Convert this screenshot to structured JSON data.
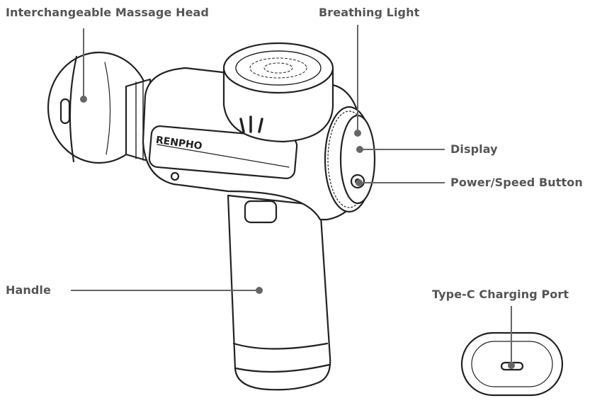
{
  "colors": {
    "line": "#222222",
    "callout": "#666666",
    "label": "#555555",
    "body_fill": "#ffffff"
  },
  "device": {
    "brand": "RENPHO"
  },
  "callouts": {
    "massage_head": "Interchangeable Massage Head",
    "breathing_light": "Breathing Light",
    "display": "Display",
    "power_speed_button": "Power/Speed Button",
    "handle": "Handle",
    "charging_port": "Type-C Charging Port"
  }
}
